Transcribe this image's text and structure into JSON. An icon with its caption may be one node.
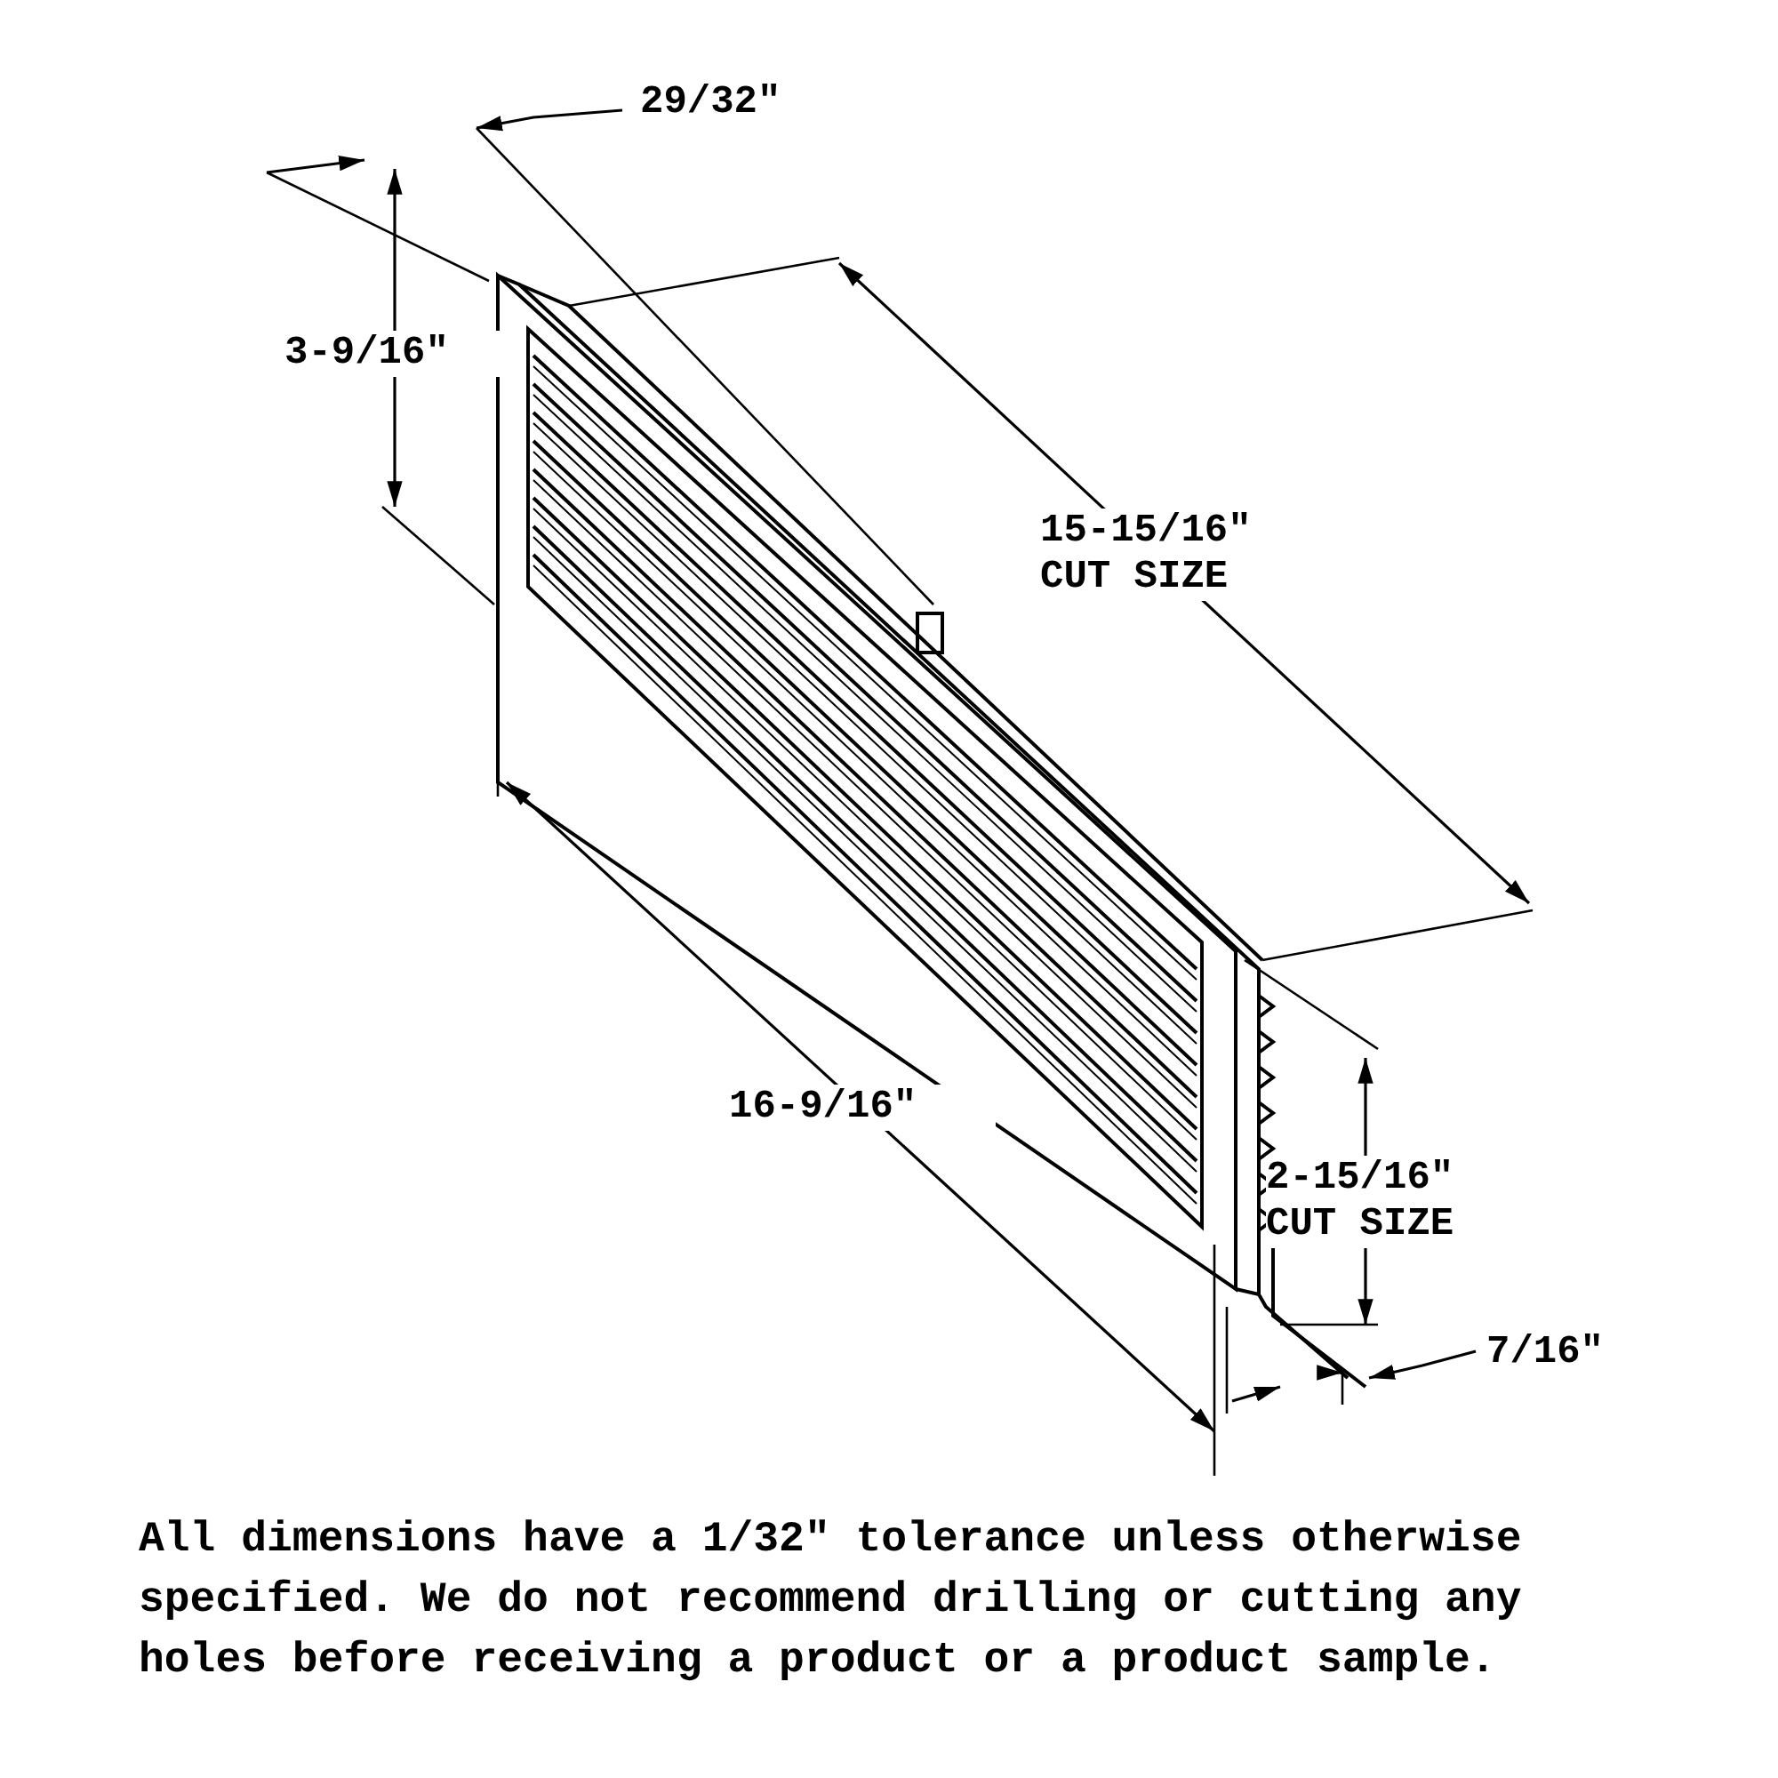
{
  "diagram": {
    "caption": "All dimensions have a 1/32\" tolerance unless otherwise specified. We do not recommend drilling or cutting any holes before receiving a product or a product sample.",
    "labels": [
      "29/32\"",
      "3-9/16\"",
      "15-15/16\" CUT SIZE",
      "16-9/16\"",
      "2-15/16\" CUT SIZE",
      "7/16\""
    ]
  }
}
